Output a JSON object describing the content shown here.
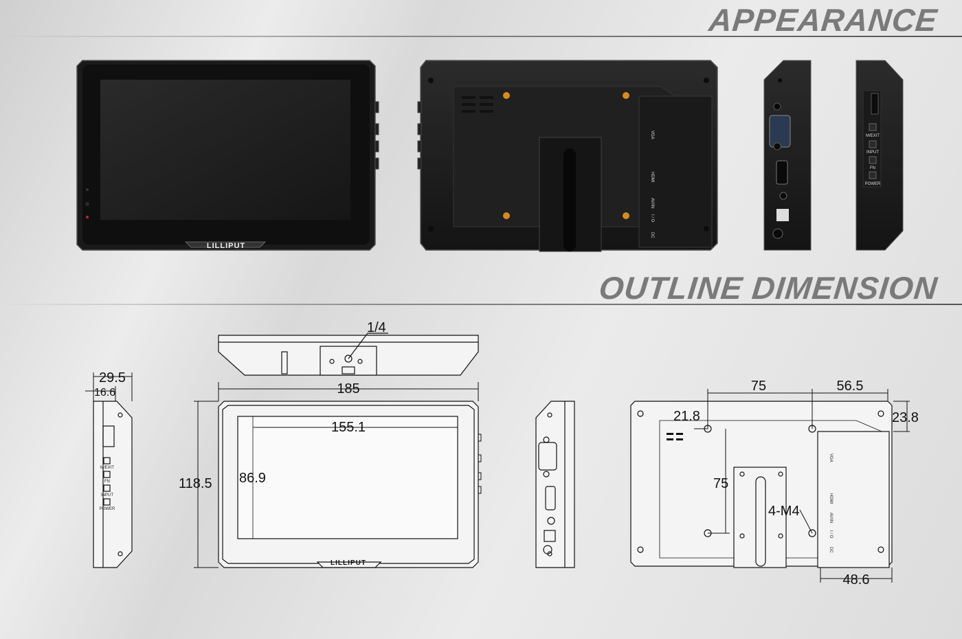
{
  "sections": {
    "appearance": "APPEARANCE",
    "outline": "OUTLINE DIMENSION"
  },
  "brand": "LILLIPUT",
  "ports": {
    "vga": "VGA",
    "hdmi": "HDMI",
    "avin": "AV/IN",
    "io": "I / O",
    "dc": "DC"
  },
  "buttons": {
    "mexit": "M/EXIT",
    "input": "INPUT",
    "fn": "FN",
    "power": "POWER"
  },
  "dimensions": {
    "width": "185",
    "height": "118.5",
    "screen_w": "155.1",
    "screen_h": "86.9",
    "depth_total": "29.5",
    "depth_body": "16.6",
    "mount_thread": "1/4",
    "vesa_w": "75",
    "vesa_h": "75",
    "offset_right": "56.5",
    "offset_top_left": "21.8",
    "offset_top_right": "23.8",
    "bottom": "48.6",
    "screw": "4-M4"
  },
  "colors": {
    "heading": "#7a7a7a",
    "device": "#1c1c1c",
    "accent_screw": "#d88a1c"
  }
}
